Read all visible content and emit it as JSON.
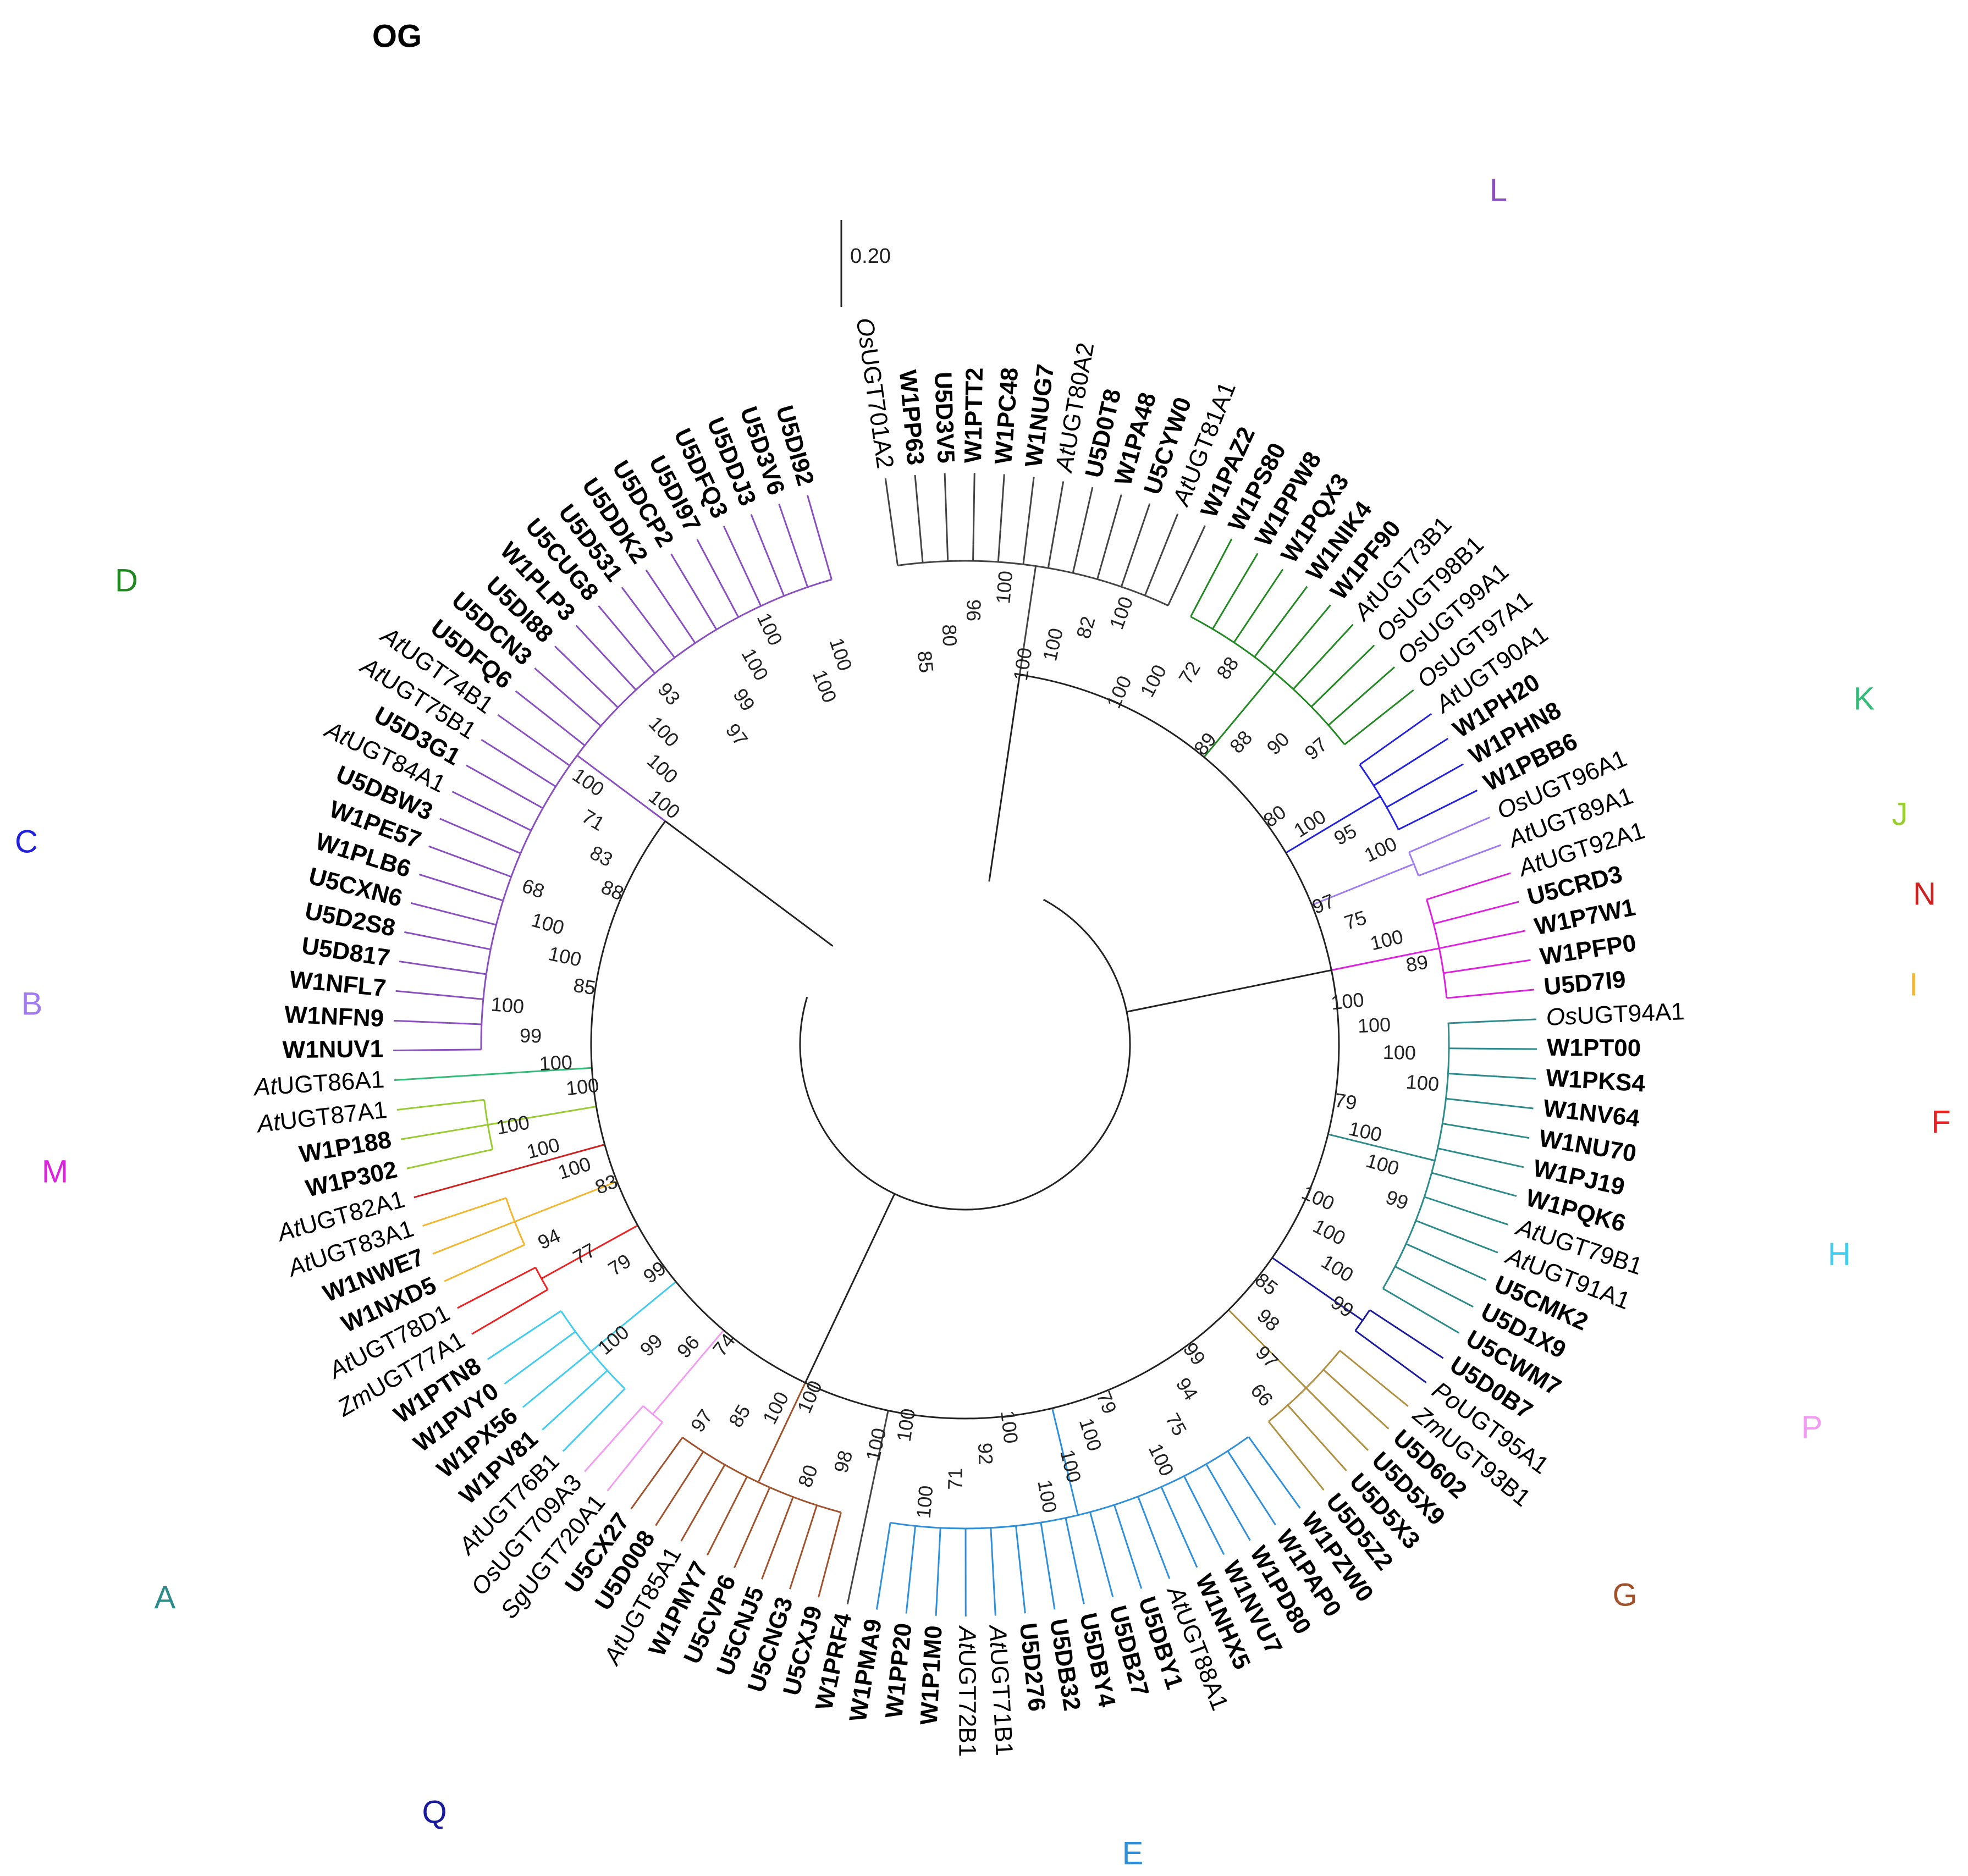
{
  "scale_bar": {
    "label": "0.20"
  },
  "colors": {
    "OG": "#444444",
    "L": "#8a4fbf",
    "K": "#33bb77",
    "J": "#99cc33",
    "N": "#cc2222",
    "I": "#f2b630",
    "F": "#ee2222",
    "H": "#44ccee",
    "P": "#f39cf3",
    "G": "#a0522d",
    "E": "#2f8fd8",
    "Q": "#1a1a9c",
    "Qleaf": "#b09040",
    "A": "#2e8b8b",
    "M": "#dd22dd",
    "B": "#a07cf0",
    "C": "#2222dd",
    "D": "#228822",
    "backbone": "#222222"
  },
  "clade_labels": [
    {
      "id": "OG",
      "text": "OG"
    },
    {
      "id": "L",
      "text": "L"
    },
    {
      "id": "K",
      "text": "K"
    },
    {
      "id": "J",
      "text": "J"
    },
    {
      "id": "N",
      "text": "N"
    },
    {
      "id": "I",
      "text": "I"
    },
    {
      "id": "F",
      "text": "F"
    },
    {
      "id": "H",
      "text": "H"
    },
    {
      "id": "P",
      "text": "P"
    },
    {
      "id": "G",
      "text": "G"
    },
    {
      "id": "E",
      "text": "E"
    },
    {
      "id": "Q",
      "text": "Q"
    },
    {
      "id": "A",
      "text": "A"
    },
    {
      "id": "M",
      "text": "M"
    },
    {
      "id": "B",
      "text": "B"
    },
    {
      "id": "C",
      "text": "C"
    },
    {
      "id": "D",
      "text": "D"
    }
  ],
  "leaves": [
    {
      "label": "OsUGT701A2",
      "prefix": "Os",
      "rest": "UGT701A2",
      "clade": "OG",
      "bold": false
    },
    {
      "label": "W1PP63",
      "clade": "OG",
      "bold": true
    },
    {
      "label": "U5D3V5",
      "clade": "OG",
      "bold": true
    },
    {
      "label": "W1PTT2",
      "clade": "OG",
      "bold": true
    },
    {
      "label": "W1PC48",
      "clade": "OG",
      "bold": true
    },
    {
      "label": "W1NUG7",
      "clade": "OG",
      "bold": true
    },
    {
      "label": "AtUGT80A2",
      "prefix": "At",
      "rest": "UGT80A2",
      "clade": "OG",
      "bold": false
    },
    {
      "label": "U5D0T8",
      "clade": "OG",
      "bold": true
    },
    {
      "label": "W1PA48",
      "clade": "OG",
      "bold": true
    },
    {
      "label": "U5CYW0",
      "clade": "OG",
      "bold": true
    },
    {
      "label": "AtUGT81A1",
      "prefix": "At",
      "rest": "UGT81A1",
      "clade": "OG",
      "bold": false
    },
    {
      "label": "W1PAZ2",
      "clade": "OG",
      "bold": true
    },
    {
      "label": "W1PS80",
      "clade": "D",
      "bold": true
    },
    {
      "label": "W1PPW8",
      "clade": "D",
      "bold": true
    },
    {
      "label": "W1PQX3",
      "clade": "D",
      "bold": true
    },
    {
      "label": "W1NIK4",
      "clade": "D",
      "bold": true
    },
    {
      "label": "W1PF90",
      "clade": "D",
      "bold": true
    },
    {
      "label": "AtUGT73B1",
      "prefix": "At",
      "rest": "UGT73B1",
      "clade": "D",
      "bold": false
    },
    {
      "label": "OsUGT98B1",
      "prefix": "Os",
      "rest": "UGT98B1",
      "clade": "D",
      "bold": false
    },
    {
      "label": "OsUGT99A1",
      "prefix": "Os",
      "rest": "UGT99A1",
      "clade": "D",
      "bold": false
    },
    {
      "label": "OsUGT97A1",
      "prefix": "Os",
      "rest": "UGT97A1",
      "clade": "D",
      "bold": false
    },
    {
      "label": "AtUGT90A1",
      "prefix": "At",
      "rest": "UGT90A1",
      "clade": "C",
      "bold": false
    },
    {
      "label": "W1PH20",
      "clade": "C",
      "bold": true
    },
    {
      "label": "W1PHN8",
      "clade": "C",
      "bold": true
    },
    {
      "label": "W1PBB6",
      "clade": "C",
      "bold": true
    },
    {
      "label": "OsUGT96A1",
      "prefix": "Os",
      "rest": "UGT96A1",
      "clade": "B",
      "bold": false
    },
    {
      "label": "AtUGT89A1",
      "prefix": "At",
      "rest": "UGT89A1",
      "clade": "B",
      "bold": false
    },
    {
      "label": "AtUGT92A1",
      "prefix": "At",
      "rest": "UGT92A1",
      "clade": "M",
      "bold": false
    },
    {
      "label": "U5CRD3",
      "clade": "M",
      "bold": true
    },
    {
      "label": "W1P7W1",
      "clade": "M",
      "bold": true
    },
    {
      "label": "W1PFP0",
      "clade": "M",
      "bold": true
    },
    {
      "label": "U5D7I9",
      "clade": "M",
      "bold": true
    },
    {
      "label": "OsUGT94A1",
      "prefix": "Os",
      "rest": "UGT94A1",
      "clade": "A",
      "bold": false
    },
    {
      "label": "W1PT00",
      "clade": "A",
      "bold": true
    },
    {
      "label": "W1PKS4",
      "clade": "A",
      "bold": true
    },
    {
      "label": "W1NV64",
      "clade": "A",
      "bold": true
    },
    {
      "label": "W1NU70",
      "clade": "A",
      "bold": true
    },
    {
      "label": "W1PJ19",
      "clade": "A",
      "bold": true
    },
    {
      "label": "W1PQK6",
      "clade": "A",
      "bold": true
    },
    {
      "label": "AtUGT79B1",
      "prefix": "At",
      "rest": "UGT79B1",
      "clade": "A",
      "bold": false
    },
    {
      "label": "AtUGT91A1",
      "prefix": "At",
      "rest": "UGT91A1",
      "clade": "A",
      "bold": false
    },
    {
      "label": "U5CMK2",
      "clade": "A",
      "bold": true
    },
    {
      "label": "U5D1X9",
      "clade": "A",
      "bold": true
    },
    {
      "label": "U5CWM7",
      "clade": "A",
      "bold": true
    },
    {
      "label": "U5D0B7",
      "clade": "Q",
      "bold": true
    },
    {
      "label": "PoUGT95A1",
      "prefix": "Po",
      "rest": "UGT95A1",
      "clade": "Q",
      "bold": false
    },
    {
      "label": "ZmUGT93B1",
      "prefix": "Zm",
      "rest": "UGT93B1",
      "clade": "Qleaf",
      "bold": false
    },
    {
      "label": "U5D602",
      "clade": "Qleaf",
      "bold": true
    },
    {
      "label": "U5D5X9",
      "clade": "Qleaf",
      "bold": true
    },
    {
      "label": "U5D5X3",
      "clade": "Qleaf",
      "bold": true
    },
    {
      "label": "U5D5Z2",
      "clade": "Qleaf",
      "bold": true
    },
    {
      "label": "W1PZW0",
      "clade": "E",
      "bold": true
    },
    {
      "label": "W1PAP0",
      "clade": "E",
      "bold": true
    },
    {
      "label": "W1PD80",
      "clade": "E",
      "bold": true
    },
    {
      "label": "W1NVU7",
      "clade": "E",
      "bold": true
    },
    {
      "label": "W1NHX5",
      "clade": "E",
      "bold": true
    },
    {
      "label": "AtUGT88A1",
      "prefix": "At",
      "rest": "UGT88A1",
      "clade": "E",
      "bold": false
    },
    {
      "label": "U5DBY1",
      "clade": "E",
      "bold": true
    },
    {
      "label": "U5DB27",
      "clade": "E",
      "bold": true
    },
    {
      "label": "U5DBY4",
      "clade": "E",
      "bold": true
    },
    {
      "label": "U5DB32",
      "clade": "E",
      "bold": true
    },
    {
      "label": "U5D276",
      "clade": "E",
      "bold": true
    },
    {
      "label": "AtUGT71B1",
      "prefix": "At",
      "rest": "UGT71B1",
      "clade": "E",
      "bold": false
    },
    {
      "label": "AtUGT72B1",
      "prefix": "At",
      "rest": "UGT72B1",
      "clade": "E",
      "bold": false
    },
    {
      "label": "W1P1M0",
      "clade": "E",
      "bold": true
    },
    {
      "label": "W1PP20",
      "clade": "E",
      "bold": true
    },
    {
      "label": "W1PMA9",
      "clade": "E",
      "bold": true
    },
    {
      "label": "W1PRF4",
      "clade": "OG",
      "bold": true
    },
    {
      "label": "U5CXJ9",
      "clade": "G",
      "bold": true
    },
    {
      "label": "U5CNG3",
      "clade": "G",
      "bold": true
    },
    {
      "label": "U5CNJ5",
      "clade": "G",
      "bold": true
    },
    {
      "label": "U5CVP6",
      "clade": "G",
      "bold": true
    },
    {
      "label": "W1PMY7",
      "clade": "G",
      "bold": true
    },
    {
      "label": "AtUGT85A1",
      "prefix": "At",
      "rest": "UGT85A1",
      "clade": "G",
      "bold": false
    },
    {
      "label": "U5D008",
      "clade": "G",
      "bold": true
    },
    {
      "label": "U5CX27",
      "clade": "G",
      "bold": true
    },
    {
      "label": "SgUGT720A1",
      "prefix": "Sg",
      "rest": "UGT720A1",
      "clade": "P",
      "bold": false
    },
    {
      "label": "OsUGT709A3",
      "prefix": "Os",
      "rest": "UGT709A3",
      "clade": "P",
      "bold": false
    },
    {
      "label": "AtUGT76B1",
      "prefix": "At",
      "rest": "UGT76B1",
      "clade": "H",
      "bold": false
    },
    {
      "label": "W1PV81",
      "clade": "H",
      "bold": true
    },
    {
      "label": "W1PX56",
      "clade": "H",
      "bold": true
    },
    {
      "label": "W1PVY0",
      "clade": "H",
      "bold": true
    },
    {
      "label": "W1PTN8",
      "clade": "H",
      "bold": true
    },
    {
      "label": "ZmUGT77A1",
      "prefix": "Zm",
      "rest": "UGT77A1",
      "clade": "F",
      "bold": false
    },
    {
      "label": "AtUGT78D1",
      "prefix": "At",
      "rest": "UGT78D1",
      "clade": "F",
      "bold": false
    },
    {
      "label": "W1NXD5",
      "clade": "I",
      "bold": true
    },
    {
      "label": "W1NWE7",
      "clade": "I",
      "bold": true
    },
    {
      "label": "AtUGT83A1",
      "prefix": "At",
      "rest": "UGT83A1",
      "clade": "I",
      "bold": false
    },
    {
      "label": "AtUGT82A1",
      "prefix": "At",
      "rest": "UGT82A1",
      "clade": "N",
      "bold": false
    },
    {
      "label": "W1P302",
      "clade": "J",
      "bold": true
    },
    {
      "label": "W1P188",
      "clade": "J",
      "bold": true
    },
    {
      "label": "AtUGT87A1",
      "prefix": "At",
      "rest": "UGT87A1",
      "clade": "J",
      "bold": false
    },
    {
      "label": "AtUGT86A1",
      "prefix": "At",
      "rest": "UGT86A1",
      "clade": "K",
      "bold": false
    },
    {
      "label": "W1NUV1",
      "clade": "L",
      "bold": true
    },
    {
      "label": "W1NFN9",
      "clade": "L",
      "bold": true
    },
    {
      "label": "W1NFL7",
      "clade": "L",
      "bold": true
    },
    {
      "label": "U5D817",
      "clade": "L",
      "bold": true
    },
    {
      "label": "U5D2S8",
      "clade": "L",
      "bold": true
    },
    {
      "label": "U5CXN6",
      "clade": "L",
      "bold": true
    },
    {
      "label": "W1PLB6",
      "clade": "L",
      "bold": true
    },
    {
      "label": "W1PE57",
      "clade": "L",
      "bold": true
    },
    {
      "label": "U5DBW3",
      "clade": "L",
      "bold": true
    },
    {
      "label": "AtUGT84A1",
      "prefix": "At",
      "rest": "UGT84A1",
      "clade": "L",
      "bold": false
    },
    {
      "label": "U5D3G1",
      "clade": "L",
      "bold": true
    },
    {
      "label": "AtUGT75B1",
      "prefix": "At",
      "rest": "UGT75B1",
      "clade": "L",
      "bold": false
    },
    {
      "label": "AtUGT74B1",
      "prefix": "At",
      "rest": "UGT74B1",
      "clade": "L",
      "bold": false
    },
    {
      "label": "U5DFQ6",
      "clade": "L",
      "bold": true
    },
    {
      "label": "U5DCN3",
      "clade": "L",
      "bold": true
    },
    {
      "label": "U5DI88",
      "clade": "L",
      "bold": true
    },
    {
      "label": "W1PLP3",
      "clade": "L",
      "bold": true
    },
    {
      "label": "U5CUG8",
      "clade": "L",
      "bold": true
    },
    {
      "label": "U5D531",
      "clade": "L",
      "bold": true
    },
    {
      "label": "U5DDK2",
      "clade": "L",
      "bold": true
    },
    {
      "label": "U5DCP2",
      "clade": "L",
      "bold": true
    },
    {
      "label": "U5DI97",
      "clade": "L",
      "bold": true
    },
    {
      "label": "U5DFQ3",
      "clade": "L",
      "bold": true
    },
    {
      "label": "U5DDJ3",
      "clade": "L",
      "bold": true
    },
    {
      "label": "U5D3V6",
      "clade": "L",
      "bold": true
    },
    {
      "label": "U5DI92",
      "clade": "L",
      "bold": true
    }
  ],
  "bootstraps": [
    {
      "text": "85"
    },
    {
      "text": "80"
    },
    {
      "text": "96"
    },
    {
      "text": "100"
    },
    {
      "text": "100"
    },
    {
      "text": "100"
    },
    {
      "text": "82"
    },
    {
      "text": "100"
    },
    {
      "text": "100"
    },
    {
      "text": "100"
    },
    {
      "text": "72"
    },
    {
      "text": "88"
    },
    {
      "text": "89"
    },
    {
      "text": "88"
    },
    {
      "text": "90"
    },
    {
      "text": "97"
    },
    {
      "text": "80"
    },
    {
      "text": "100"
    },
    {
      "text": "95"
    },
    {
      "text": "100"
    },
    {
      "text": "97"
    },
    {
      "text": "75"
    },
    {
      "text": "100"
    },
    {
      "text": "89"
    },
    {
      "text": "100"
    },
    {
      "text": "100"
    },
    {
      "text": "100"
    },
    {
      "text": "100"
    },
    {
      "text": "79"
    },
    {
      "text": "100"
    },
    {
      "text": "100"
    },
    {
      "text": "99"
    },
    {
      "text": "100"
    },
    {
      "text": "100"
    },
    {
      "text": "100"
    },
    {
      "text": "99"
    },
    {
      "text": "85"
    },
    {
      "text": "98"
    },
    {
      "text": "97"
    },
    {
      "text": "66"
    },
    {
      "text": "99"
    },
    {
      "text": "94"
    },
    {
      "text": "75"
    },
    {
      "text": "100"
    },
    {
      "text": "79"
    },
    {
      "text": "100"
    },
    {
      "text": "100"
    },
    {
      "text": "100"
    },
    {
      "text": "100"
    },
    {
      "text": "92"
    },
    {
      "text": "71"
    },
    {
      "text": "100"
    },
    {
      "text": "100"
    },
    {
      "text": "100"
    },
    {
      "text": "98"
    },
    {
      "text": "80"
    },
    {
      "text": "100"
    },
    {
      "text": "100"
    },
    {
      "text": "85"
    },
    {
      "text": "97"
    },
    {
      "text": "74"
    },
    {
      "text": "96"
    },
    {
      "text": "99"
    },
    {
      "text": "100"
    },
    {
      "text": "99"
    },
    {
      "text": "79"
    },
    {
      "text": "77"
    },
    {
      "text": "94"
    },
    {
      "text": "83"
    },
    {
      "text": "100"
    },
    {
      "text": "100"
    },
    {
      "text": "100"
    },
    {
      "text": "100"
    },
    {
      "text": "100"
    },
    {
      "text": "99"
    },
    {
      "text": "100"
    },
    {
      "text": "85"
    },
    {
      "text": "100"
    },
    {
      "text": "100"
    },
    {
      "text": "68"
    },
    {
      "text": "88"
    },
    {
      "text": "83"
    },
    {
      "text": "71"
    },
    {
      "text": "100"
    },
    {
      "text": "100"
    },
    {
      "text": "100"
    },
    {
      "text": "100"
    },
    {
      "text": "93"
    },
    {
      "text": "97"
    },
    {
      "text": "99"
    },
    {
      "text": "100"
    },
    {
      "text": "100"
    },
    {
      "text": "100"
    },
    {
      "text": "100"
    }
  ]
}
